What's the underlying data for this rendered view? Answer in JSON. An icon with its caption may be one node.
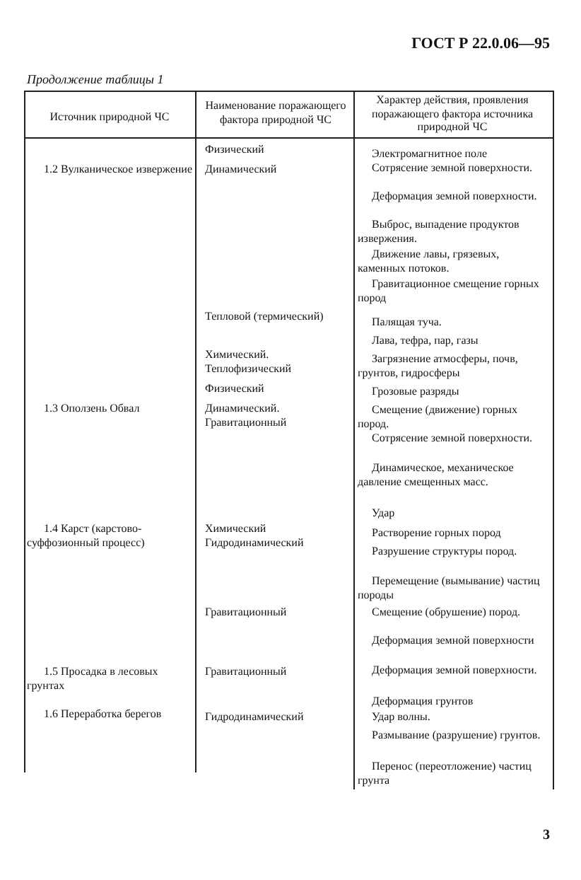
{
  "diagram": {
    "labels": [
      "ГОСТ Р 22.0.06—95",
      "Продолжение таблицы 1",
      "Источник природной ЧС",
      "Наименование поражающего фактора природной ЧС",
      "Характер действия, проявления поражающего фактора источника природной ЧС",
      "Физический",
      "Электромагнитное поле",
      "1.2 Вулканическое извержение",
      "Динамический",
      "Сотрясение земной поверхности.",
      "Деформация земной поверхности.",
      "Выброс, выпадение продуктов извержения.",
      "Движение лавы, грязевых, каменных потоков.",
      "Гравитационное смещение горных пород",
      "Тепловой (термический)",
      "Палящая туча.",
      "Лава, тефра, пар, газы",
      "Химический. Теплофизический",
      "Загрязнение атмосферы, почв, грунтов, гидросферы",
      "Физический",
      "Грозовые разряды",
      "1.3 Оползень Обвал",
      "Динамический. Гравитационный",
      "Смещение (движение) горных пород.",
      "Сотрясение земной поверхности.",
      "Динамическое, механическое давление смещенных масс.",
      "Удар",
      "1.4 Карст (карстово-суффозионный процесс)",
      "Химический Гидродинамический",
      "Растворение горных пород",
      "Разрушение структуры пород.",
      "Перемещение (вымывание) частиц породы",
      "Гравитационный",
      "Смещение (обрушение) пород.",
      "Деформация земной поверхности",
      "1.5 Просадка в лесовых грунтах",
      "Гравитационный",
      "Деформация земной поверхности.",
      "Деформация грунтов",
      "1.6 Переработка берегов",
      "Гидродинамический",
      "Удар волны.",
      "Размывание (разрушение) грунтов.",
      "Перенос (переотложение) частиц грунта",
      "3"
    ]
  }
}
